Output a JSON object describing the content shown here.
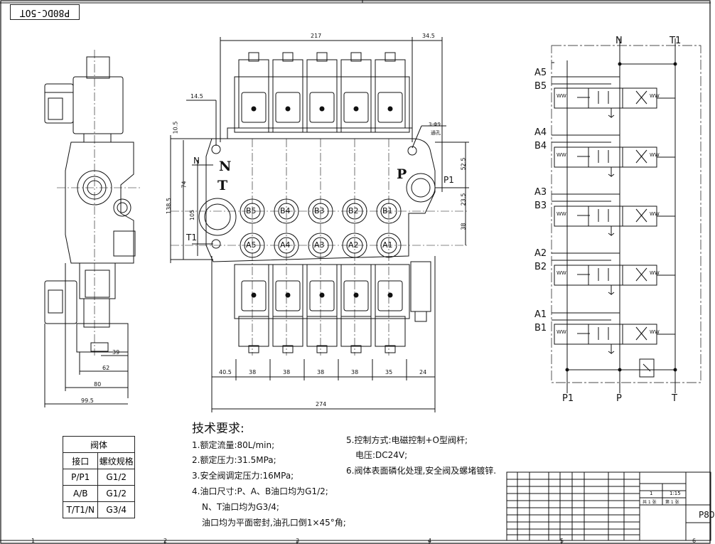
{
  "drawing_number": "P80DC-5OT",
  "front_view": {
    "port_labels_top_row": [
      "B5",
      "B4",
      "B3",
      "B2",
      "B1"
    ],
    "port_labels_bottom_row": [
      "A5",
      "A4",
      "A3",
      "A2",
      "A1"
    ],
    "letters": {
      "N": "N",
      "T": "T",
      "P": "P"
    },
    "side_labels": {
      "N": "N",
      "T1": "T1",
      "P1": "P1"
    },
    "note_holes": "3-Φ9",
    "note_through": "通孔"
  },
  "dimensions": {
    "top_217": "217",
    "top_345": "34.5",
    "d_145": "14.5",
    "d_105_top": "10.5",
    "d_74": "74",
    "d_1385": "138.5",
    "d_105_mid": "105",
    "d_525": "52.5",
    "d_235": "23.5",
    "d_38": "38",
    "bottom_chain": [
      "40.5",
      "38",
      "38",
      "38",
      "38",
      "35",
      "24"
    ],
    "overall_width": "274",
    "side_39": "39",
    "side_62": "62",
    "side_80": "80",
    "side_995": "99.5"
  },
  "schematic": {
    "top_labels": [
      "N",
      "T1"
    ],
    "bottom_labels": [
      "P1",
      "P",
      "T"
    ],
    "port_pairs": [
      [
        "A5",
        "B5"
      ],
      [
        "A4",
        "B4"
      ],
      [
        "A3",
        "B3"
      ],
      [
        "A2",
        "B2"
      ],
      [
        "A1",
        "B1"
      ]
    ],
    "coil_label": "WW"
  },
  "requirements": {
    "heading": "技术要求:",
    "left": [
      "1.额定流量:80L/min;",
      "2.额定压力:31.5MPa;",
      "3.安全阀调定压力:16MPa;",
      "4.油口尺寸:P、A、B油口均为G1/2;",
      "N、T油口均为G3/4;",
      "油口均为平面密封,油孔口倒1×45°角;"
    ],
    "right": [
      "5.控制方式:电磁控制+O型阀杆;",
      "电压:DC24V;",
      "6.阀体表面磷化处理,安全阀及螺堵镀锌."
    ]
  },
  "spec_table": {
    "title": "阀体",
    "headers": [
      "接口",
      "螺纹规格"
    ],
    "rows": [
      [
        "P/P1",
        "G1/2"
      ],
      [
        "A/B",
        "G1/2"
      ],
      [
        "T/T1/N",
        "G3/4"
      ]
    ]
  },
  "title_block": {
    "qty": "1",
    "scale": "1:15",
    "sheet_total": "共 1 张",
    "sheet_no": "第 1 张",
    "code_prefix": "P80"
  },
  "border_numbers": [
    "1",
    "2",
    "3",
    "4",
    "5",
    "6"
  ]
}
